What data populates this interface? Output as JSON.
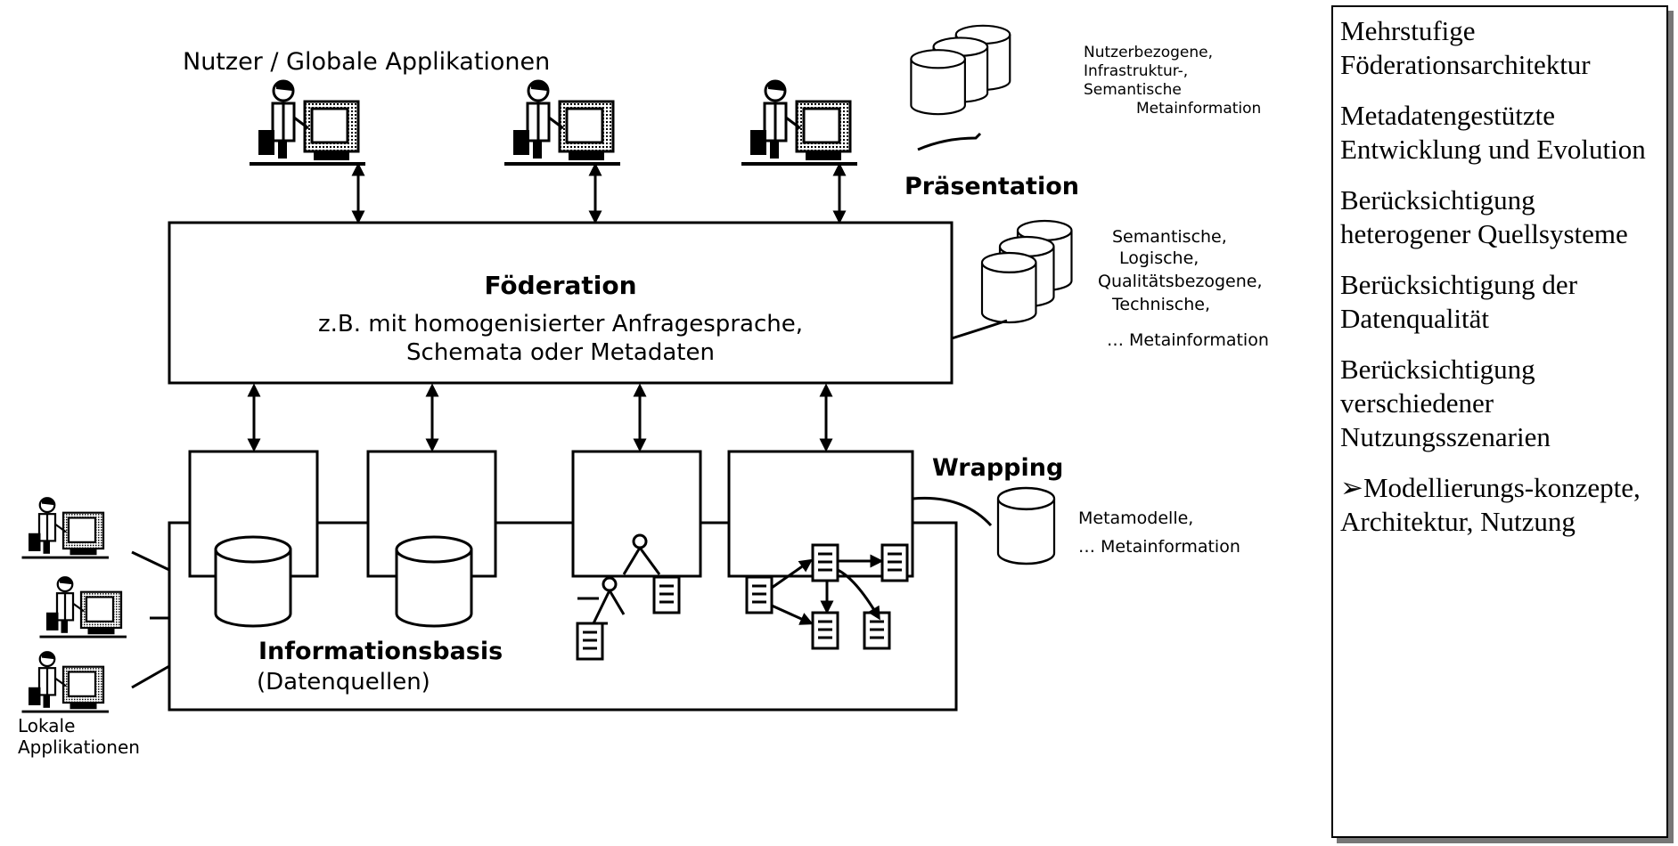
{
  "diagram": {
    "users_title": "Nutzer / Globale Applikationen",
    "presentation_label": "Präsentation",
    "presentation_meta": [
      "Nutzerbezogene,",
      "Infrastruktur-,",
      "Semantische",
      "Metainformation"
    ],
    "federation": {
      "title": "Föderation",
      "line1": "z.B. mit homogenisierter Anfragesprache,",
      "line2": "Schemata oder Metadaten"
    },
    "federation_meta": [
      "Semantische,",
      "Logische,",
      "Qualitätsbezogene,",
      "Technische,",
      "…  Metainformation"
    ],
    "wrapping_label": "Wrapping",
    "wrapping_meta": [
      "Metamodelle,",
      "…  Metainformation"
    ],
    "information_base": {
      "title": "Informationsbasis",
      "subtitle": "(Datenquellen)"
    },
    "local_apps": [
      "Lokale",
      "Applikationen"
    ]
  },
  "sidebar": {
    "items": [
      "Mehrstufige Föderationsarchitektur",
      "Metadatengestützte Entwicklung und Evolution",
      "Berücksichtigung heterogener Quellsysteme",
      "Berücksichtigung der Datenqualität",
      "Berücksichtigung verschiedener Nutzungsszenarien",
      "➢Modellierungs-konzepte, Architektur, Nutzung"
    ]
  }
}
